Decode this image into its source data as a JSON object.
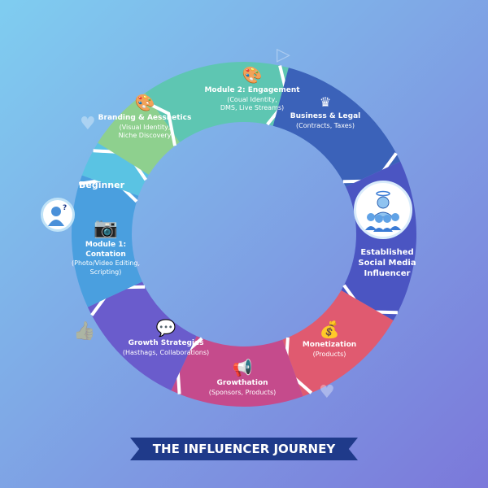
{
  "title": "THE INFLUENCER JOURNEY",
  "segments": [
    {
      "id": "module2",
      "title": "Module 2: Engagement",
      "sub1": "(Coual Identity,",
      "sub2": "DMS, Live Streams)",
      "icon": "palette-icon",
      "color": "#5ec6b2"
    },
    {
      "id": "business",
      "title": "Business & Legal",
      "sub1": "(Contracts, Taxes)",
      "icon": "crown-icon",
      "color": "#3b62b9"
    },
    {
      "id": "established",
      "title1": "Established",
      "title2": "Social Media",
      "title3": "Influencer",
      "icon": "crowd-icon",
      "color": "#4b55c2"
    },
    {
      "id": "monetization",
      "title": "Monetization",
      "sub1": "(Products)",
      "icon": "money-bag-icon",
      "color": "#e05a70"
    },
    {
      "id": "growthation",
      "title": "Growthation",
      "sub1": "(Sponsors, Products)",
      "icon": "megaphone-icon",
      "color": "#c54b8c"
    },
    {
      "id": "growth",
      "title": "Growth Strategies",
      "sub1": "(Hasthags, Collaborations)",
      "icon": "chat-bubble-icon",
      "color": "#6a5ccc"
    },
    {
      "id": "module1",
      "title1": "Module 1:",
      "title2": "Contation",
      "sub1": "(Photo/Video Editing,",
      "sub2": "Scripting)",
      "icon": "camera-icon",
      "color": "#4a9fdf"
    },
    {
      "id": "beginner",
      "title": "Beginner",
      "icon": "user-question-icon",
      "color": "#5ac3e3"
    },
    {
      "id": "branding",
      "title": "Branding & Aesshetics",
      "sub1": "(Visual Identity,",
      "sub2": "Niche Discovery",
      "icon": "palette-icon",
      "color": "#8ed08e"
    }
  ]
}
